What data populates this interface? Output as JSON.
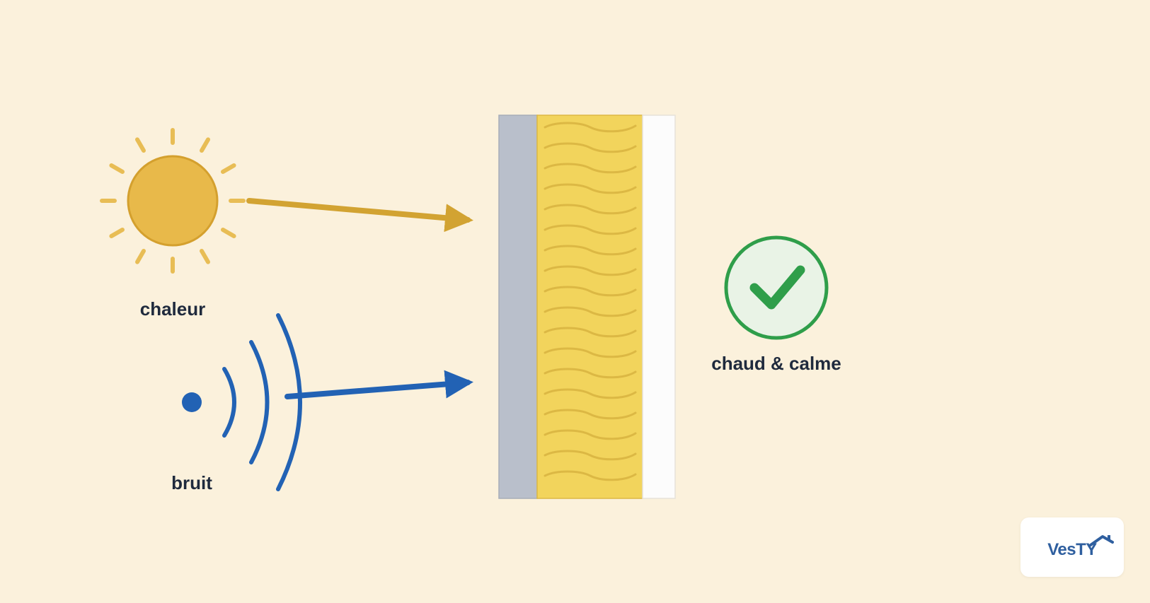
{
  "diagram": {
    "heat_label": "chaleur",
    "noise_label": "bruit",
    "result_label": "chaud & calme"
  },
  "logo": {
    "text": "VesTY"
  },
  "colors": {
    "background": "#fbf1dc",
    "sun": "#e8b94a",
    "sun_stroke": "#d4a02e",
    "heat_arrow": "#d2a332",
    "noise": "#2262b4",
    "wall_concrete": "#b9bfcb",
    "insulation": "#f2d45c",
    "insulation_wave": "#dcb844",
    "wall_plaster": "#fcfcfc",
    "check": "#2f9e4a",
    "check_fill": "#e9f3e6",
    "text": "#1f2a3d",
    "logo_text": "#2f5f9f"
  }
}
